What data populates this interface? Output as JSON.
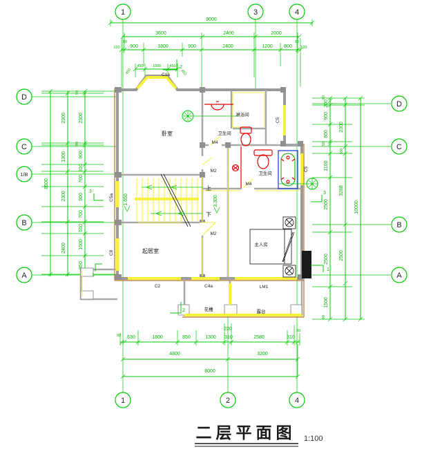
{
  "title": {
    "text": "二层平面图",
    "scale": "1:100"
  },
  "colors": {
    "grid_green": "#00c800",
    "wall_yellow": "#f6f23c",
    "fixture_red": "#e60000",
    "tub_blue": "#2a3fd0",
    "wall_gray": "#9a9a9a"
  },
  "bubbles": {
    "top": [
      "1",
      "3",
      "4"
    ],
    "bottom": [
      "1",
      "2",
      "4"
    ],
    "left": [
      "D",
      "C",
      "1/B",
      "B",
      "A"
    ],
    "right": [
      "D",
      "C",
      "B",
      "A"
    ]
  },
  "rooms": {
    "bedroom": "卧室",
    "bath_upper": "卫生间",
    "shower": "淋浴间",
    "bath_lower": "卫生间",
    "living": "起居室",
    "master": "主人房",
    "planter": "花槽",
    "terrace": "露台"
  },
  "stairs": {
    "up": "上",
    "down": "下",
    "level_mid": "1.650",
    "level_up": "3.300"
  },
  "openings": {
    "c1a": "C1a",
    "c5_upper": "C5",
    "c5_lower": "C5",
    "c5a": "C5a",
    "c8": "C8",
    "c2": "C2",
    "c4a": "C4a",
    "lm1": "LM1",
    "m4_upper": "M4",
    "m4_lower": "M4",
    "m2_upper": "M2",
    "m2_living": "M2"
  },
  "sections": {
    "s1": "1",
    "s2": "2",
    "s3": "3"
  },
  "dims": {
    "top": {
      "overall": "9000",
      "row2": [
        "3600",
        "2400",
        "2000"
      ],
      "row3": [
        "120",
        "900",
        "1800",
        "900",
        "2400",
        "1200",
        "800",
        "120"
      ],
      "tiny_left": "90",
      "tiny_right": "50",
      "bay": [
        "450",
        "1000",
        "450"
      ],
      "bay_side_left": "450",
      "bay_side_right": "450"
    },
    "bottom": {
      "row1": [
        "90",
        "630",
        "1800",
        "850",
        "1300",
        "310",
        "2580",
        "310"
      ],
      "above_310": "220",
      "above_right": "90",
      "row2": [
        "4800",
        "3200"
      ],
      "overall": "8000"
    },
    "left": {
      "overall": "8500",
      "mid": [
        "2300",
        "1300",
        "2300",
        "2400"
      ],
      "inner": [
        "90",
        "2300",
        "90",
        "900",
        "310",
        "700",
        "900",
        "700",
        "550",
        "1000",
        "850"
      ]
    },
    "right": {
      "overall": "10000",
      "mid": [
        "2300",
        "300",
        "3288",
        "2500"
      ],
      "inner": [
        "90",
        "200",
        "900",
        "800",
        "50",
        "1100",
        "2500",
        "2500",
        "1500",
        "90"
      ]
    }
  }
}
